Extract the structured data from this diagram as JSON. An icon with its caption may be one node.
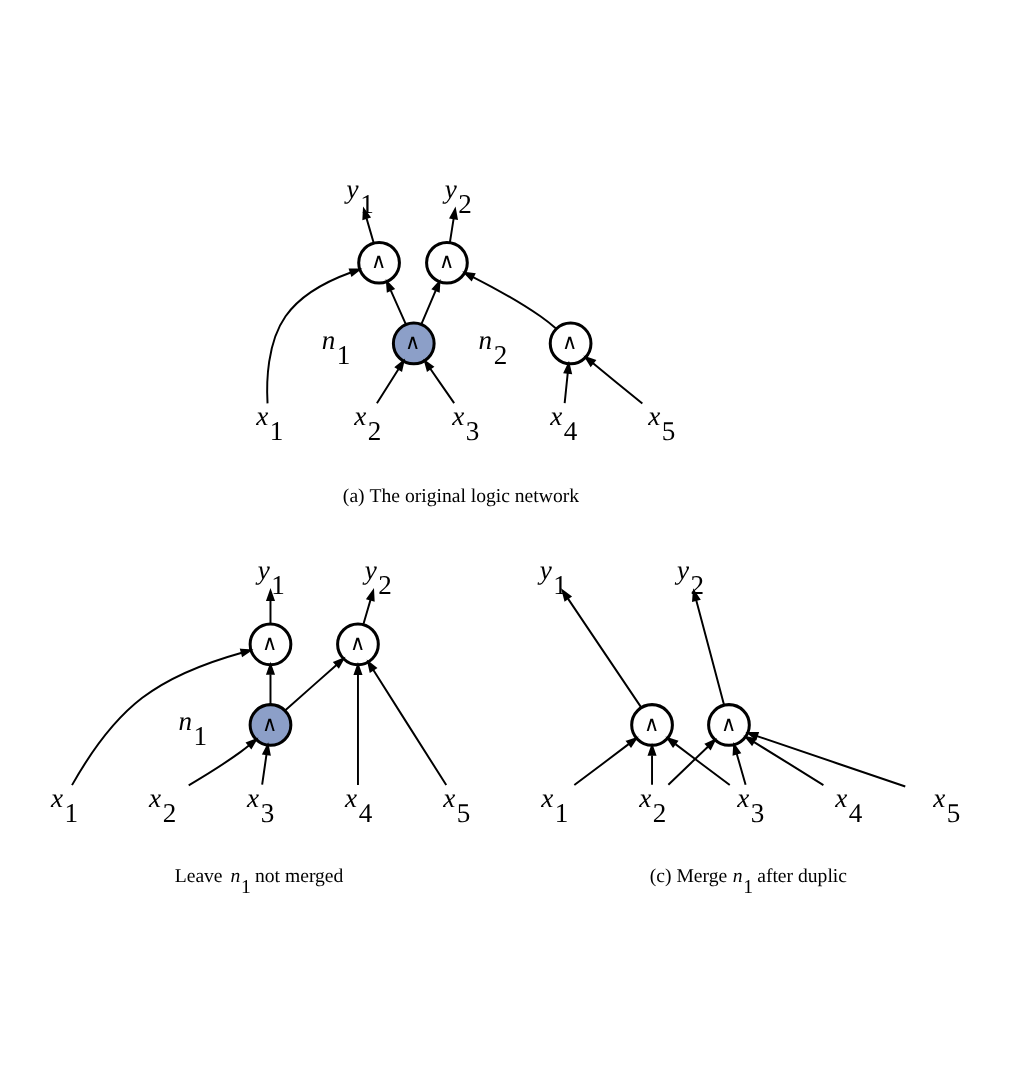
{
  "diagram": {
    "nodes": [
      {
        "text": [
          "*y*$_{1}$"
        ]
      },
      {
        "text": [
          "*y*$_{2}$"
        ]
      },
      {
        "text": [
          "∧"
        ]
      },
      {
        "text": [
          "∧"
        ]
      },
      {
        "text": [
          "∧"
        ],
        "beside": [
          "*n*$_{1}$"
        ]
      },
      {
        "text": [
          "∧"
        ],
        "beside": [
          "*n*$_{2}$"
        ]
      },
      {
        "text": [
          "*x*$_{1}$"
        ]
      },
      {
        "text": [
          "*x*$_{2}$"
        ]
      },
      {
        "text": [
          "*x*$_{3}$"
        ]
      },
      {
        "text": [
          "*x*$_{4}$"
        ]
      },
      {
        "text": [
          "*x*$_{5}$"
        ]
      },
      {
        "text": [
          "*y*$_{1}$"
        ]
      },
      {
        "text": [
          "*y*$_{2}$"
        ]
      },
      {
        "text": [
          "∧"
        ]
      },
      {
        "text": [
          "∧"
        ]
      },
      {
        "text": [
          "∧"
        ],
        "beside": [
          "*n*$_{1}$"
        ]
      },
      {
        "text": [
          "*x*$_{1}$"
        ]
      },
      {
        "text": [
          "*x*$_{2}$"
        ]
      },
      {
        "text": [
          "*x*$_{3}$"
        ]
      },
      {
        "text": [
          "*x*$_{4}$"
        ]
      },
      {
        "text": [
          "*x*$_{5}$"
        ]
      },
      {
        "text": [
          "*y*$_{1}$"
        ]
      },
      {
        "text": [
          "*y*$_{2}$"
        ]
      },
      {
        "text": [
          "∧"
        ]
      },
      {
        "text": [
          "∧"
        ]
      },
      {
        "text": [
          "*x*$_{1}$"
        ]
      },
      {
        "text": [
          "*x*$_{2}$"
        ]
      },
      {
        "text": [
          "*x*$_{3}$"
        ]
      },
      {
        "text": [
          "*x*$_{4}$"
        ]
      },
      {
        "text": [
          "*x*$_{5}$"
        ]
      }
    ],
    "edges": [
      {
        "from": 2,
        "to": 0,
        "arrow": "to"
      },
      {
        "from": 3,
        "to": 1,
        "arrow": "to"
      },
      {
        "from": 6,
        "to": 2,
        "arrow": "to"
      },
      {
        "from": 4,
        "to": 2,
        "arrow": "to"
      },
      {
        "from": 4,
        "to": 3,
        "arrow": "to"
      },
      {
        "from": 5,
        "to": 3,
        "arrow": "to"
      },
      {
        "from": 7,
        "to": 4,
        "arrow": "to"
      },
      {
        "from": 8,
        "to": 4,
        "arrow": "to"
      },
      {
        "from": 9,
        "to": 5,
        "arrow": "to"
      },
      {
        "from": 10,
        "to": 5,
        "arrow": "to"
      },
      {
        "from": 13,
        "to": 11,
        "arrow": "to"
      },
      {
        "from": 14,
        "to": 12,
        "arrow": "to"
      },
      {
        "from": 16,
        "to": 13,
        "arrow": "to"
      },
      {
        "from": 15,
        "to": 13,
        "arrow": "to"
      },
      {
        "from": 15,
        "to": 14,
        "arrow": "to"
      },
      {
        "from": 19,
        "to": 14,
        "arrow": "to"
      },
      {
        "from": 20,
        "to": 14,
        "arrow": "to"
      },
      {
        "from": 17,
        "to": 15,
        "arrow": "to"
      },
      {
        "from": 18,
        "to": 15,
        "arrow": "to"
      },
      {
        "from": 23,
        "to": 21,
        "arrow": "to"
      },
      {
        "from": 24,
        "to": 22,
        "arrow": "to"
      },
      {
        "from": 25,
        "to": 23,
        "arrow": "to"
      },
      {
        "from": 26,
        "to": 23,
        "arrow": "to"
      },
      {
        "from": 27,
        "to": 23,
        "arrow": "to"
      },
      {
        "from": 26,
        "to": 24,
        "arrow": "to"
      },
      {
        "from": 27,
        "to": 24,
        "arrow": "to"
      },
      {
        "from": 28,
        "to": 24,
        "arrow": "to"
      },
      {
        "from": 29,
        "to": 24,
        "arrow": "to"
      }
    ],
    "labels": [
      "(a) The original logic network",
      "Leave *n*$_{1}$ not merged",
      "(c) Merge *n*$_{1}$ after duplic"
    ]
  }
}
